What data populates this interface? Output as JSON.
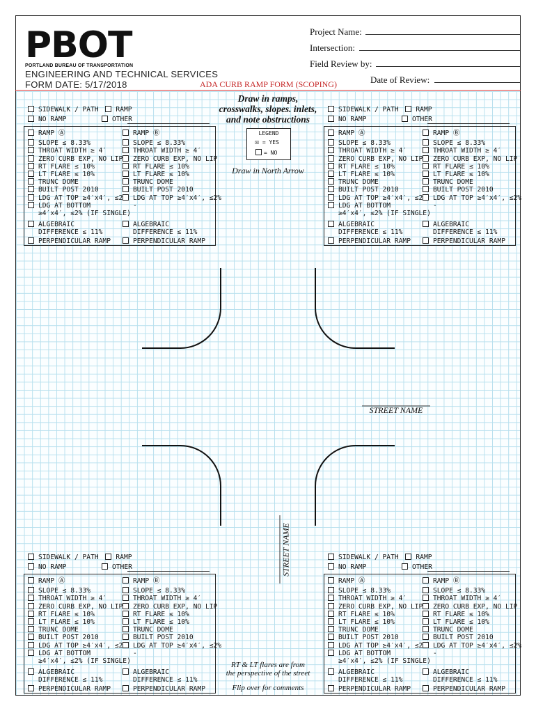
{
  "header": {
    "logo": "PBOT",
    "logo_subtitle": "PORTLAND BUREAU OF TRANSPORTATION",
    "department": "ENGINEERING AND TECHNICAL SERVICES",
    "form_date": "FORM DATE: 5/17/2018",
    "form_title": "ADA CURB RAMP FORM (SCOPING)",
    "fields": {
      "project_name": "Project Name:",
      "intersection": "Intersection:",
      "field_review_by": "Field Review by:",
      "date_of_review": "Date of Review:"
    }
  },
  "instructions": {
    "draw_line1": "Draw in ramps,",
    "draw_line2": "crosswalks, slopes. inlets,",
    "draw_line3": "and note obstructions",
    "north_arrow": "Draw in North Arrow",
    "flares_line1": "RT & LT flares are from",
    "flares_line2": "the perspective of the street",
    "flip": "Flip over for comments"
  },
  "legend": {
    "title": "LEGEND",
    "yes_symbol": "☒",
    "yes": "= YES",
    "no": "= NO"
  },
  "street_labels": {
    "horizontal": "STREET NAME",
    "vertical": "STREET NAME"
  },
  "checklist": {
    "sidewalk_path": "SIDEWALK / PATH",
    "ramp": "RAMP",
    "no_ramp": "NO RAMP",
    "other": "OTHER",
    "ramp_a": "RAMP Ⓐ",
    "ramp_b": "RAMP Ⓑ",
    "slope": "SLOPE ≤ 8.33%",
    "throat": "THROAT WIDTH ≥ 4′",
    "zero_curb": "ZERO CURB EXP, NO LIP",
    "rt_flare": "RT FLARE ≤ 10%",
    "lt_flare": "LT FLARE ≤ 10%",
    "trunc_dome": "TRUNC DOME",
    "built_post": "BUILT POST 2010",
    "ldg_top": "LDG AT TOP ≥4′x4′, ≤2%",
    "ldg_bottom": "LDG AT BOTTOM",
    "ldg_bottom_2": "≥4′x4′, ≤2% (IF SINGLE)",
    "dash": "-",
    "algebraic": "ALGEBRAIC",
    "difference": "DIFFERENCE ≤ 11%",
    "perpendicular": "PERPENDICULAR RAMP"
  }
}
